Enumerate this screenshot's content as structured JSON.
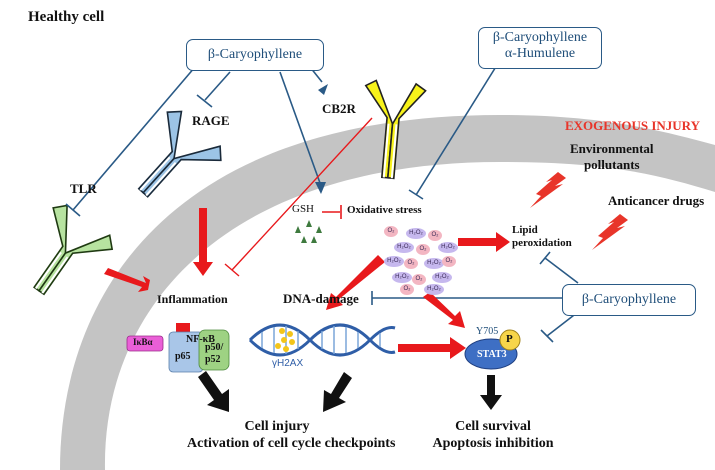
{
  "title": "Healthy cell",
  "boxes": {
    "bcp_top": "β-Caryophyllene",
    "bcp_hum_line1": "β-Caryophyllene",
    "bcp_hum_line2": "α-Humulene",
    "bcp_right": "β-Caryophyllene"
  },
  "receptors": {
    "rage": "RAGE",
    "cb2r": "CB2R",
    "tlr": "TLR"
  },
  "labels": {
    "gsh": "GSH",
    "oxidative_stress": "Oxidative stress",
    "lipid_line1": "Lipid",
    "lipid_line2": "peroxidation",
    "inflammation": "Inflammation",
    "dna_damage": "DNA-damage",
    "gamma_h2ax": "γH2AX",
    "y705": "Y705",
    "stat3": "STAT3",
    "p": "P",
    "ikba": "IκBα",
    "nfkb": "NF-κB",
    "p65": "p65",
    "p50_line1": "p50/",
    "p50_line2": "p52"
  },
  "exogenous": {
    "heading": "EXOGENOUS INJURY",
    "env_line1": "Environmental",
    "env_line2": "pollutants",
    "drugs": "Anticancer drugs"
  },
  "ros": [
    "O₂",
    "H₂O₂",
    "O₂",
    "H₂O₂",
    "O₂",
    "H₂O₂",
    "H₂O₂",
    "O₂",
    "H₂O₂",
    "O₂",
    "H₂O₂",
    "O₂",
    "H₂O₂",
    "O₂",
    "H₂O₂"
  ],
  "outcomes": {
    "left_line1": "Cell injury",
    "left_line2": "Activation of cell cycle checkpoints",
    "right_line1": "Cell survival",
    "right_line2": "Apoptosis inhibition"
  },
  "colors": {
    "membrane": "#c4c4c4",
    "arrow_red": "#e8191c",
    "inhibit_blue": "#2a5a86",
    "exogenous_red": "#e8352a",
    "tlr_green": "#b7e3a0",
    "rage_blue": "#9cc4e6",
    "cb2r_yellow": "#f7f21a",
    "stat3_blue": "#3e6fc4",
    "p_yellow": "#f7d54a"
  }
}
